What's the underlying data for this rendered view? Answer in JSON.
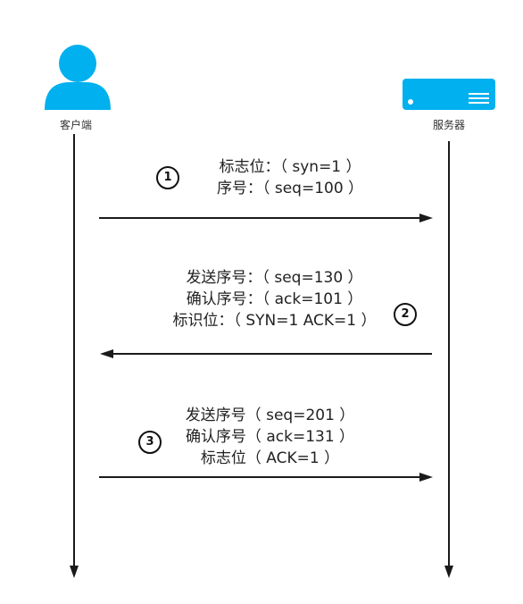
{
  "client": {
    "label": "客户端",
    "icon": "user-icon",
    "color": "#00b0ef"
  },
  "server": {
    "label": "服务器",
    "icon": "server-icon",
    "color": "#00b0ef"
  },
  "messages": [
    {
      "step": "1",
      "direction": "client-to-server",
      "lines": [
        "标志位：（ syn=1 ）",
        "序号：（ seq=100 ）"
      ]
    },
    {
      "step": "2",
      "direction": "server-to-client",
      "lines": [
        "发送序号：（ seq=130 ）",
        "确认序号：（ ack=101 ）",
        "标识位：（ SYN=1 ACK=1 ）"
      ]
    },
    {
      "step": "3",
      "direction": "client-to-server",
      "lines": [
        "发送序号（ seq=201 ）",
        "确认序号（ ack=131 ）",
        "标志位（ ACK=1 ）"
      ]
    }
  ],
  "colors": {
    "line": "#1a1a1a",
    "accent": "#00b0ef"
  }
}
